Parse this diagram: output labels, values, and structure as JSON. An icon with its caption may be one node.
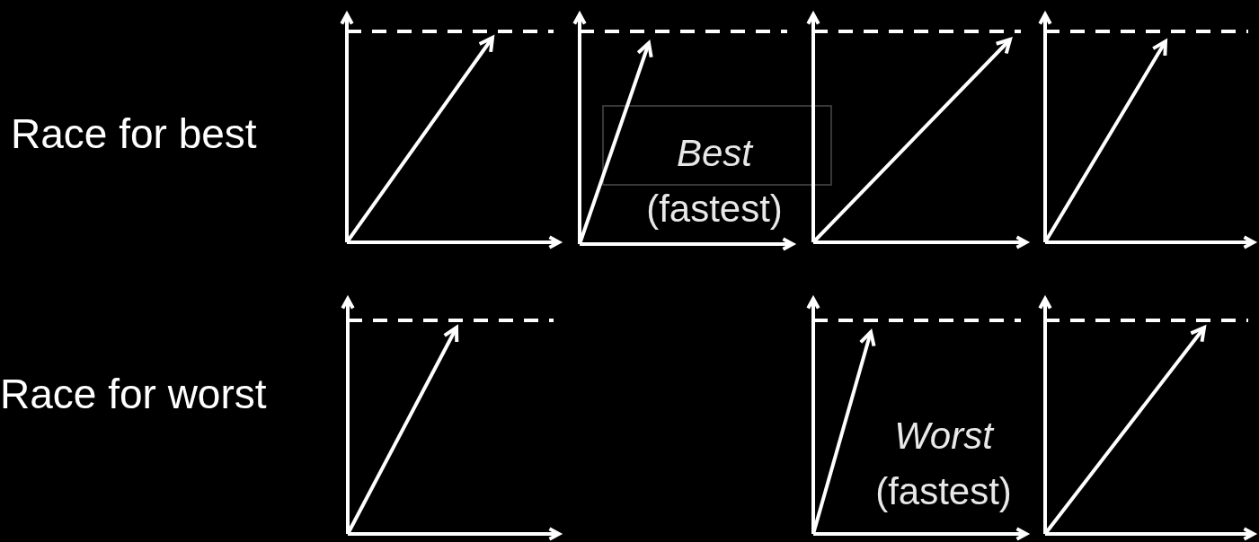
{
  "diagram": {
    "labels": [
      "Race for best",
      "*Best* (fastest)",
      "Race for worst",
      "*Worst* (fastest)"
    ]
  }
}
